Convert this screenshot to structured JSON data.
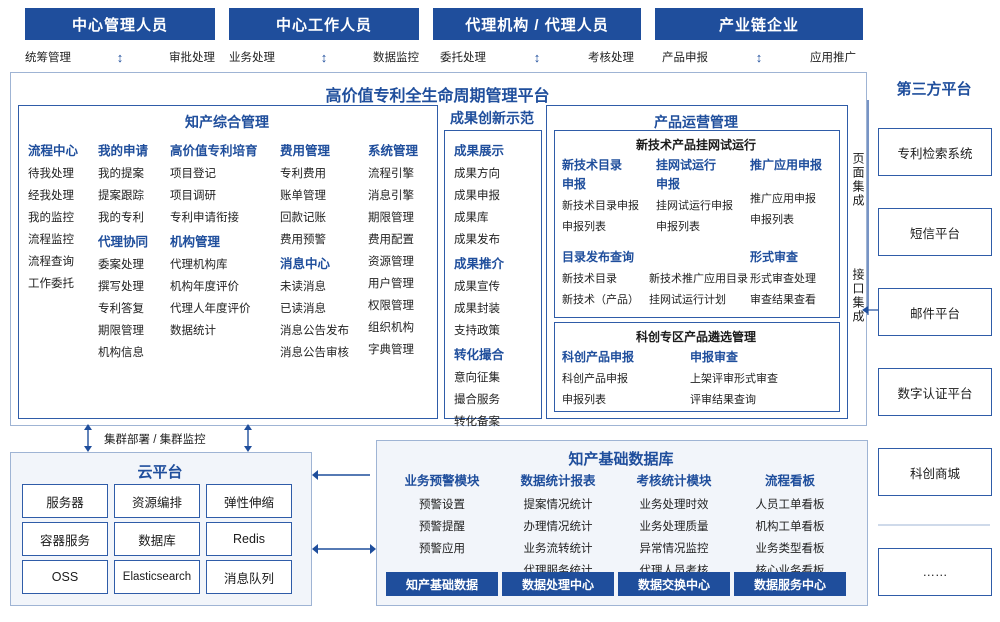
{
  "roles": [
    {
      "title": "中心管理人员",
      "sub": [
        "统筹管理",
        "审批处理"
      ]
    },
    {
      "title": "中心工作人员",
      "sub": [
        "业务处理",
        "数据监控"
      ]
    },
    {
      "title": "代理机构 / 代理人员",
      "sub": [
        "委托处理",
        "考核处理"
      ]
    },
    {
      "title": "产业链企业",
      "sub": [
        "产品申报",
        "应用推广"
      ]
    }
  ],
  "platform": {
    "title": "高价值专利全生命周期管理平台",
    "left_panel": {
      "title": "知产综合管理",
      "columns": [
        {
          "title": "流程中心",
          "items": [
            "待我处理",
            "经我处理",
            "我的监控",
            "流程监控",
            "流程查询",
            "工作委托"
          ]
        },
        {
          "title": "我的申请",
          "items": [
            "我的提案",
            "提案跟踪",
            "我的专利"
          ],
          "title2": "代理协同",
          "items2": [
            "委案处理",
            "撰写处理",
            "专利答复",
            "期限管理",
            "机构信息"
          ]
        },
        {
          "title": "高价值专利培育",
          "items": [
            "项目登记",
            "项目调研",
            "专利申请衔接"
          ],
          "title2": "机构管理",
          "items2": [
            "代理机构库",
            "机构年度评价",
            "代理人年度评价",
            "数据统计"
          ]
        },
        {
          "title": "费用管理",
          "items": [
            "专利费用",
            "账单管理",
            "回款记账",
            "费用预警"
          ],
          "title2": "消息中心",
          "items2": [
            "未读消息",
            "已读消息",
            "消息公告发布",
            "消息公告审核"
          ]
        },
        {
          "title": "系统管理",
          "items": [
            "流程引擎",
            "消息引擎",
            "期限管理",
            "费用配置",
            "资源管理",
            "用户管理",
            "权限管理",
            "组织机构",
            "字典管理"
          ]
        }
      ]
    },
    "mid_panel": {
      "title": "成果创新示范",
      "groups": [
        {
          "title": "成果展示",
          "items": [
            "成果方向",
            "成果申报",
            "成果库",
            "成果发布"
          ]
        },
        {
          "title": "成果推介",
          "items": [
            "成果宣传",
            "成果封装",
            "支持政策"
          ]
        },
        {
          "title": "转化撮合",
          "items": [
            "意向征集",
            "撮合服务",
            "转化备案"
          ]
        }
      ]
    },
    "right_panel": {
      "title": "产品运营管理",
      "sub1": {
        "title": "新技术产品挂网试运行",
        "columns": [
          {
            "title": "新技术目录申报",
            "items": [
              "新技术目录申报",
              "申报列表"
            ]
          },
          {
            "title": "挂网试运行申报",
            "items": [
              "挂网试运行申报",
              "申报列表"
            ]
          },
          {
            "title": "推广应用申报",
            "items": [
              "推广应用申报",
              "申报列表"
            ]
          },
          {
            "title": "目录发布查询",
            "items": [
              "新技术目录",
              "新技术（产品）"
            ]
          },
          {
            "title": "",
            "items": [
              "新技术推广应用目录",
              "挂网试运行计划"
            ]
          },
          {
            "title": "形式审查",
            "items": [
              "形式审查处理",
              "审查结果查看"
            ]
          }
        ]
      },
      "sub2": {
        "title": "科创专区产品遴选管理",
        "columns": [
          {
            "title": "科创产品申报",
            "items": [
              "科创产品申报",
              "申报列表"
            ]
          },
          {
            "title": "申报审查",
            "items": [
              "上架评审形式审查",
              "评审结果查询"
            ]
          }
        ]
      }
    },
    "side_labels": [
      "页面集成",
      "接口集成"
    ]
  },
  "third_party": {
    "title": "第三方平台",
    "items": [
      "专利检索系统",
      "短信平台",
      "邮件平台",
      "数字认证平台",
      "科创商城",
      "……"
    ]
  },
  "cloud": {
    "connector_label": "集群部署 / 集群监控",
    "title": "云平台",
    "cells": [
      "服务器",
      "资源编排",
      "弹性伸缩",
      "容器服务",
      "数据库",
      "Redis",
      "OSS",
      "Elasticsearch",
      "消息队列"
    ]
  },
  "database": {
    "title": "知产基础数据库",
    "columns": [
      {
        "title": "业务预警模块",
        "items": [
          "预警设置",
          "预警提醒",
          "预警应用"
        ]
      },
      {
        "title": "数据统计报表",
        "items": [
          "提案情况统计",
          "办理情况统计",
          "业务流转统计",
          "代理服务统计"
        ]
      },
      {
        "title": "考核统计模块",
        "items": [
          "业务处理时效",
          "业务处理质量",
          "异常情况监控",
          "代理人员考核"
        ]
      },
      {
        "title": "流程看板",
        "items": [
          "人员工单看板",
          "机构工单看板",
          "业务类型看板",
          "核心业务看板"
        ]
      }
    ],
    "footers": [
      "知产基础数据",
      "数据处理中心",
      "数据交换中心",
      "数据服务中心"
    ]
  },
  "colors": {
    "brand": "#1F4E9C",
    "border": "#2f5ca8",
    "panel_bg": "#f2f5fa"
  }
}
